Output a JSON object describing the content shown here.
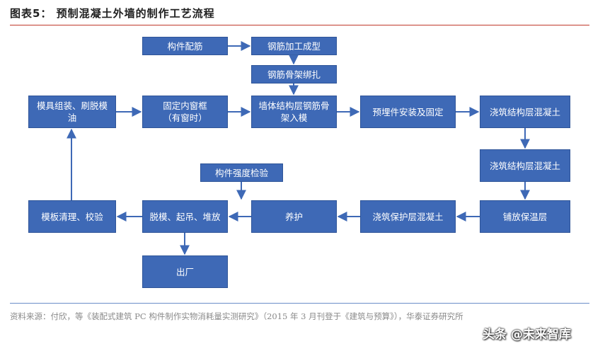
{
  "title": "图表5：  预制混凝土外墙的制作工艺流程",
  "colors": {
    "box": "#3e69b6",
    "arrow": "#3e69b6",
    "rule": "#c0392b",
    "text": "#ffffff"
  },
  "nodes": {
    "gjpj": "构件配筋",
    "gjjg": "钢筋加工成型",
    "gjgj": "钢筋骨架绑扎",
    "mjzz": "模具组装、刷脱模油",
    "gdnc": "固定内窗框\n（有窗时）",
    "qtjg": "墙体结构层钢筋骨架入模",
    "ymj": "预埋件安装及固定",
    "jzjg1": "浇筑结构层混凝土",
    "jzjg2": "浇筑结构层混凝土",
    "gjqd": "构件强度检验",
    "tmqd": "脱模、起吊、堆放",
    "yh": "养护",
    "jzbh": "浇筑保护层混凝土",
    "pfbw": "铺放保温层",
    "mbql": "模板清理、校验",
    "cc": "出厂"
  },
  "source": "资料来源：付欣，等《装配式建筑 PC 构件制作实物消耗量实测研究》（2015 年 3 月刊登于《建筑与预算》），华泰证券研究所",
  "watermark": "头条 @未来智库"
}
